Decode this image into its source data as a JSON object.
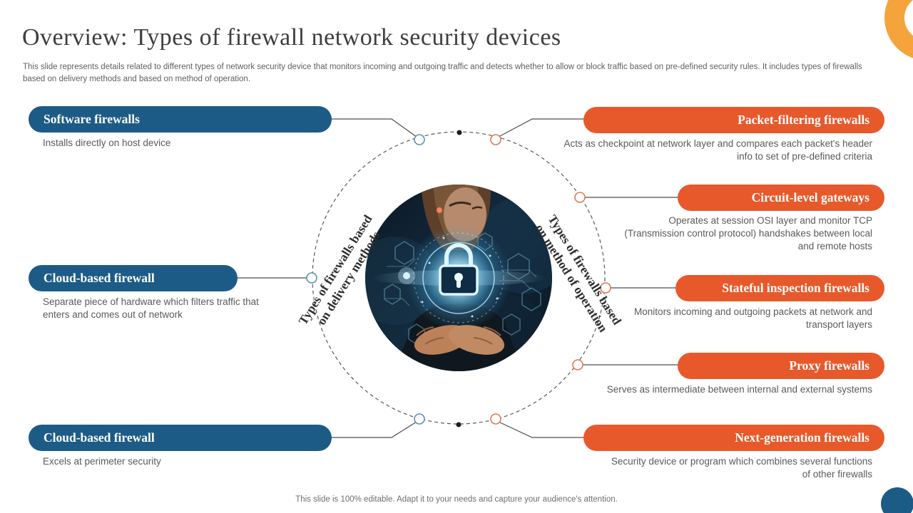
{
  "slide": {
    "title": "Overview: Types of firewall network security devices",
    "subtitle": "This slide represents details related to different types of network security device that monitors incoming and outgoing traffic and detects whether to allow or block traffic based on pre-defined security rules. It includes types of firewalls based on delivery methods and based on method of operation.",
    "footer": "This slide is 100% editable. Adapt it to your needs and capture your audience's attention."
  },
  "left_group": {
    "ring_label_lines": [
      "Types of firewalls based",
      "on delivery methods"
    ],
    "items": [
      {
        "label": "Software firewalls",
        "description": "Installs directly on host device"
      },
      {
        "label": "Cloud-based firewall",
        "description": "Separate piece of hardware which filters traffic that enters and comes out of network"
      },
      {
        "label": "Cloud-based firewall",
        "description": "Excels at perimeter security"
      }
    ]
  },
  "right_group": {
    "ring_label_lines": [
      "Types of firewalls based",
      "on method of operation"
    ],
    "items": [
      {
        "label": "Packet-filtering firewalls",
        "description": "Acts as checkpoint at network layer and compares each packet's header info to set of pre-defined criteria"
      },
      {
        "label": "Circuit-level gateways",
        "description": "Operates at session OSI layer and monitor TCP (Transmission control protocol) handshakes between local and remote hosts"
      },
      {
        "label": "Stateful inspection firewalls",
        "description": "Monitors incoming and outgoing packets at network and transport layers"
      },
      {
        "label": "Proxy firewalls",
        "description": "Serves as intermediate between internal and external systems"
      },
      {
        "label": "Next-generation firewalls",
        "description": "Security device or program which combines several functions of other firewalls"
      }
    ]
  },
  "colors": {
    "blue_pill": "#1d5b87",
    "orange_pill": "#e7592b",
    "blue_node_ring": "#5a92ab",
    "orange_node_ring": "#dc7b53",
    "corner_arc_orange": "#f5a43c",
    "corner_circle_blue": "#1d5b87",
    "title_text": "#3e3e3e",
    "body_text": "#5a5a5a"
  }
}
